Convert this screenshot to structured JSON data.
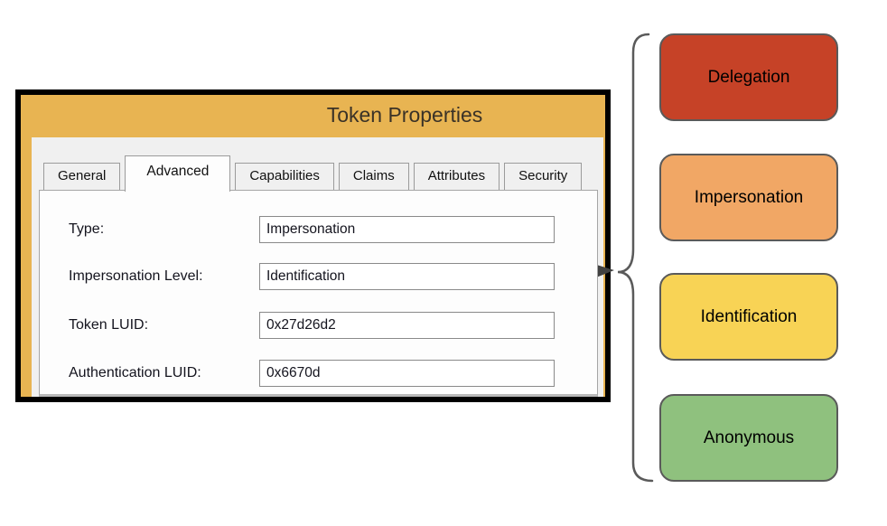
{
  "dialog": {
    "title": "Token Properties",
    "titlebar_color": "#e8b452",
    "client_color": "#f0f0f0",
    "tabs": [
      {
        "label": "General",
        "active": false
      },
      {
        "label": "Advanced",
        "active": true
      },
      {
        "label": "Capabilities",
        "active": false
      },
      {
        "label": "Claims",
        "active": false
      },
      {
        "label": "Attributes",
        "active": false
      },
      {
        "label": "Security",
        "active": false
      }
    ],
    "fields": [
      {
        "label": "Type:",
        "value": "Impersonation"
      },
      {
        "label": "Impersonation Level:",
        "value": "Identification"
      },
      {
        "label": "Token LUID:",
        "value": "0x27d26d2"
      },
      {
        "label": "Authentication LUID:",
        "value": "0x6670d"
      }
    ]
  },
  "annotation": {
    "arrow_color": "#414141",
    "brace_color": "#5a5a5a"
  },
  "levels": [
    {
      "label": "Delegation",
      "color": "#c64227"
    },
    {
      "label": "Impersonation",
      "color": "#f1a765"
    },
    {
      "label": "Identification",
      "color": "#f8d355"
    },
    {
      "label": "Anonymous",
      "color": "#8fc17e"
    }
  ]
}
